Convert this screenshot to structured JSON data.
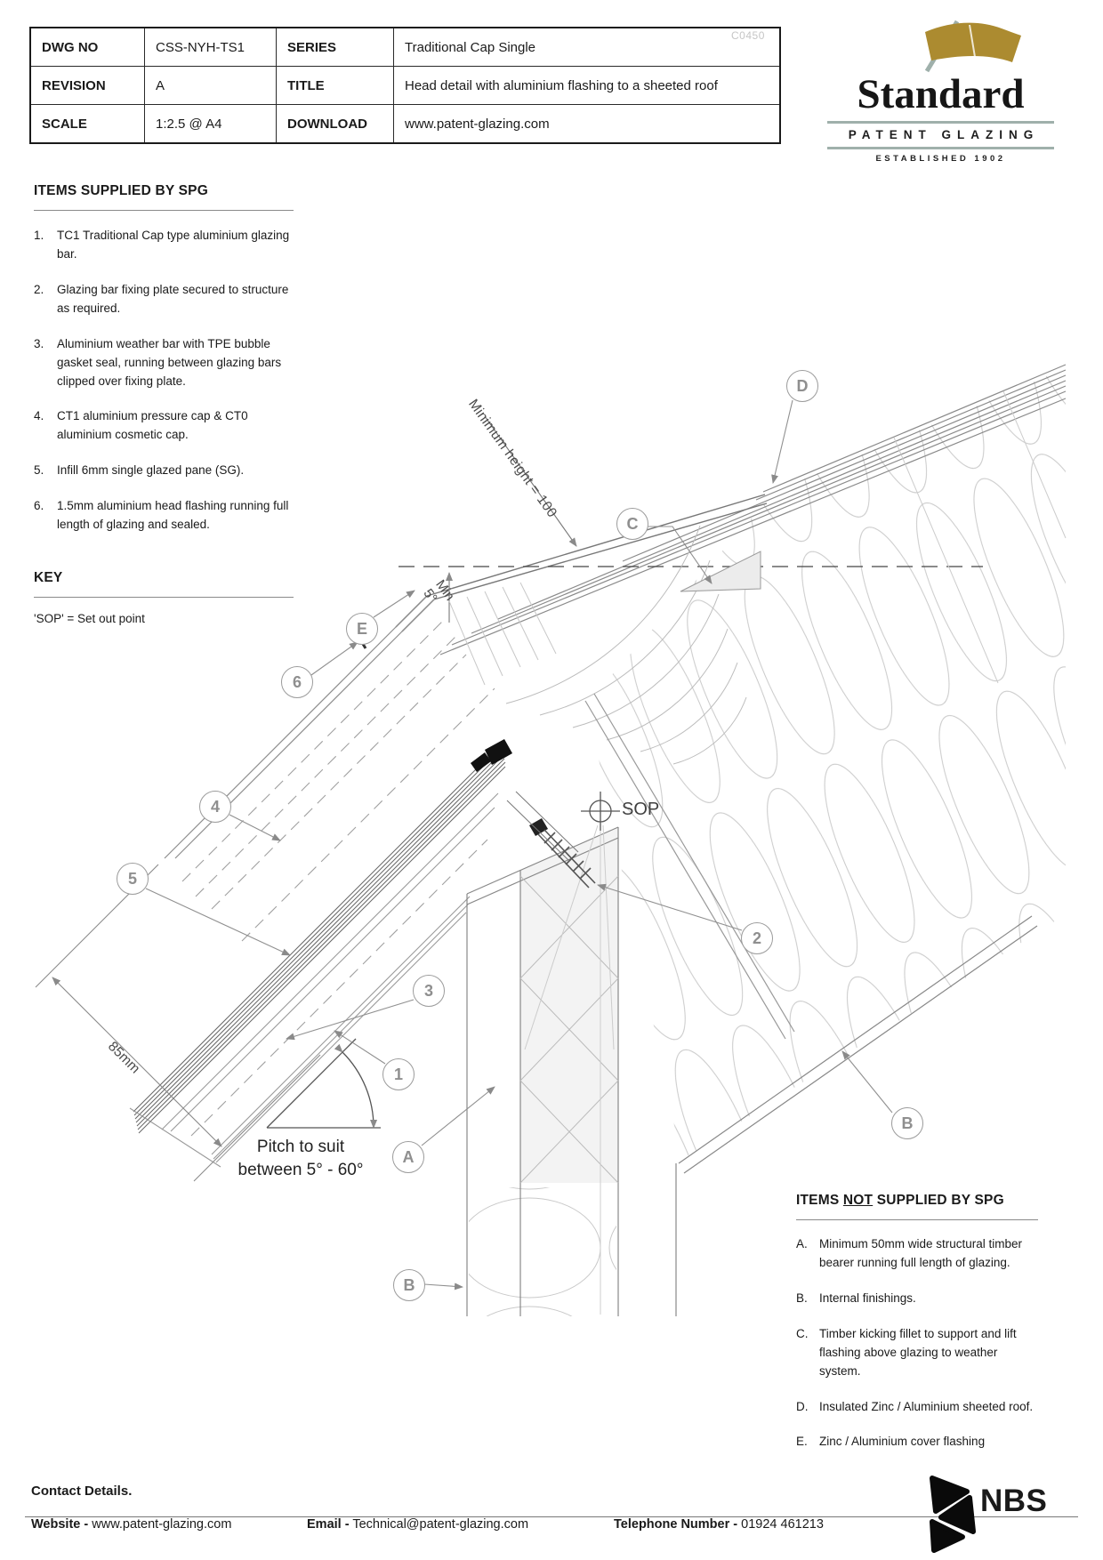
{
  "title_block": {
    "ref_code": "C0450",
    "rows": [
      {
        "label": "DWG NO",
        "value": "CSS-NYH-TS1",
        "label2": "SERIES",
        "value2": "Traditional Cap Single"
      },
      {
        "label": "REVISION",
        "value": "A",
        "label2": "TITLE",
        "value2": "Head detail with aluminium flashing to a sheeted roof"
      },
      {
        "label": "SCALE",
        "value": "1:2.5 @ A4",
        "label2": "DOWNLOAD",
        "value2": "www.patent-glazing.com"
      }
    ]
  },
  "logo": {
    "name": "Standard",
    "subtitle": "PATENT GLAZING",
    "established": "ESTABLISHED 1902"
  },
  "items_supplied": {
    "heading": "ITEMS SUPPLIED BY SPG",
    "items": [
      {
        "num": "1.",
        "text": "TC1 Traditional Cap type aluminium glazing bar."
      },
      {
        "num": "2.",
        "text": "Glazing bar fixing plate secured to structure as required."
      },
      {
        "num": "3.",
        "text": "Aluminium weather bar with TPE bubble gasket seal, running between glazing bars clipped over fixing plate."
      },
      {
        "num": "4.",
        "text": "CT1 aluminium pressure cap & CT0 aluminium cosmetic cap."
      },
      {
        "num": "5.",
        "text": "Infill 6mm single glazed pane (SG)."
      },
      {
        "num": "6.",
        "text": "1.5mm aluminium head flashing running full length of glazing and sealed."
      }
    ]
  },
  "key": {
    "heading": "KEY",
    "text": "'SOP' = Set out point"
  },
  "items_not_supplied": {
    "heading_pre": "ITEMS ",
    "heading_not": "NOT",
    "heading_post": " SUPPLIED BY SPG",
    "items": [
      {
        "num": "A.",
        "text": "Minimum 50mm wide structural timber bearer running full length of glazing."
      },
      {
        "num": "B.",
        "text": "Internal finishings."
      },
      {
        "num": "C.",
        "text": "Timber kicking fillet to support and lift flashing above glazing to weather system."
      },
      {
        "num": "D.",
        "text": "Insulated Zinc / Aluminium sheeted roof."
      },
      {
        "num": "E.",
        "text": "Zinc / Aluminium cover flashing"
      }
    ]
  },
  "drawing": {
    "labels": {
      "sop": "SOP",
      "min_height": "Minimum height = 100",
      "min_angle": "Min 5°",
      "dim": "85mm",
      "pitch_line1": "Pitch to suit",
      "pitch_line2": "between 5° - 60°"
    },
    "callouts": {
      "d": "D",
      "c": "C",
      "e": "E",
      "n6": "6",
      "n4": "4",
      "n5": "5",
      "n2": "2",
      "n3": "3",
      "n1": "1",
      "a": "A",
      "b_right": "B",
      "b_bottom": "B"
    }
  },
  "footer": {
    "heading": "Contact Details.",
    "sep": "-",
    "website_label": "Website",
    "website": "www.patent-glazing.com",
    "email_label": "Email",
    "email": "Technical@patent-glazing.com",
    "phone_label": "Telephone Number",
    "phone": "01924 461213",
    "nbs": "NBS"
  }
}
